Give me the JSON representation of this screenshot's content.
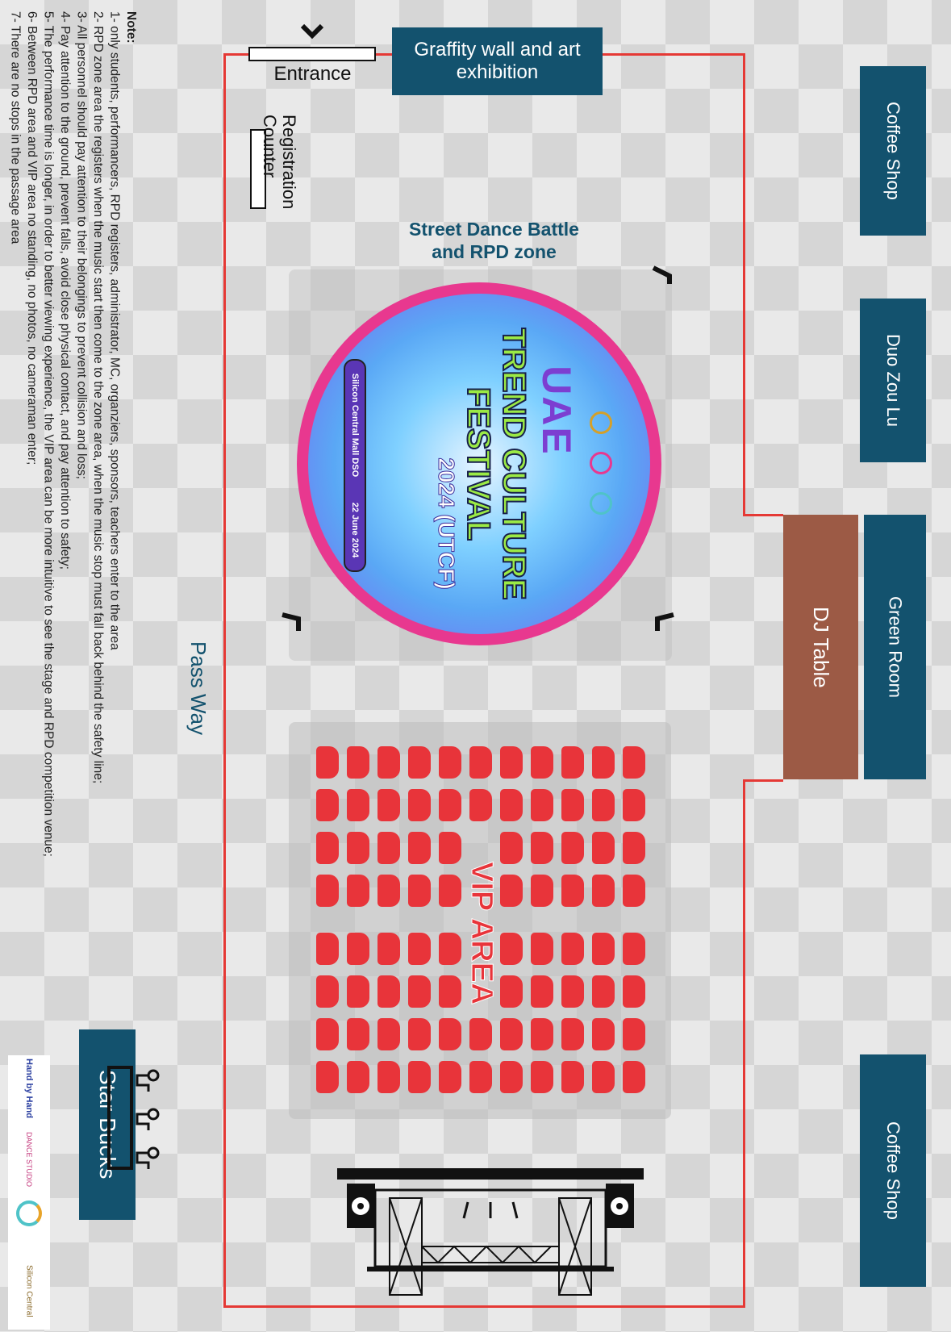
{
  "zones": {
    "coffee_shop_top": "Coffee Shop",
    "duo_zou_lu": "Duo Zou Lu",
    "green_room": "Green Room",
    "dj_table": "DJ Table",
    "coffee_shop_bottom": "Coffee Shop",
    "graffiti": "Graffity wall and art exhibition",
    "entrance": "Entrance",
    "registration": "Registration Counter",
    "street_dance": "Street Dance Battle and RPD zone",
    "pass_way": "Pass Way",
    "vip_area": "VIP AREA",
    "star_bucks": "Star Bucks"
  },
  "festival_logo": {
    "line1": "UAE",
    "line2": "TREND CULTURE FESTIVAL",
    "line3": "2024 (UTCF)",
    "venue": "Silicon Central Mall DSO",
    "date": "22 June 2024"
  },
  "notes": {
    "title": "Note:",
    "items": [
      "1- only students, performancers, RPD registers, administrator, MC, organziers, sponsors, teachers enter to the area",
      "2- RPD zone area the registers when the music start then come to the zone area, when the music stop must fall back behind the safety line;",
      "3- All personnel should pay attention to their belongings to prevent collision and loss;",
      "4- Pay attention to the ground, prevent falls, avoid close physical contact, and pay attention to safety;",
      "5- The performance time is longer, in order to better viewing experience, the VIP area can be more intuitive to see the stage and RPD competition venue;",
      "6- Between RPD area and VIP area no standing, no photos, no cameraman enter;",
      "7- There are no stops in the passage area"
    ]
  },
  "sponsors": [
    "Hand by Hand",
    "DANCE STUDIO",
    "Silicon Central"
  ],
  "colors": {
    "teal": "#13526e",
    "boundary": "#e53935",
    "dj": "#9c5a45",
    "seat": "#e8343a",
    "logo_magenta": "#e8388f",
    "logo_green": "#9bea45"
  }
}
